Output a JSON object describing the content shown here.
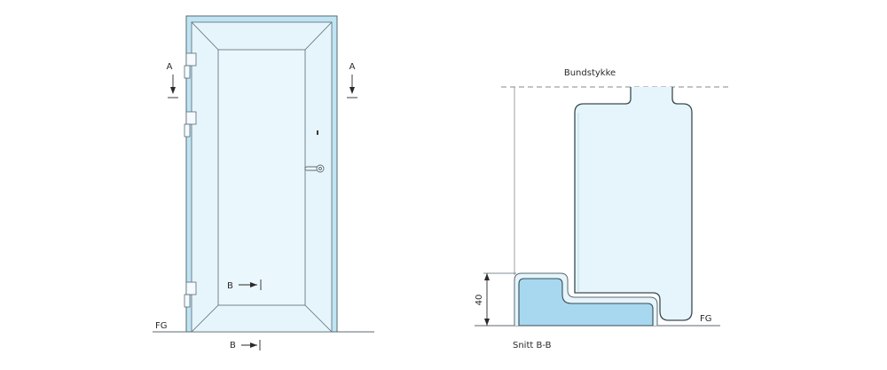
{
  "door_view": {
    "label_a_left": "A",
    "label_a_right": "A",
    "label_b_inside": "B",
    "label_b_below": "B",
    "label_floor": "FG"
  },
  "section_view": {
    "label_top": "Bundstykke",
    "label_dimension": "40",
    "label_floor": "FG",
    "caption": "Snitt B-B"
  },
  "colors": {
    "glass_fill": "#e6f5fb",
    "frame_fill": "#bfe4f3",
    "threshold_fill": "#a7d8ef",
    "line": "#5a6a72",
    "dim_line": "#8a8a8a"
  }
}
